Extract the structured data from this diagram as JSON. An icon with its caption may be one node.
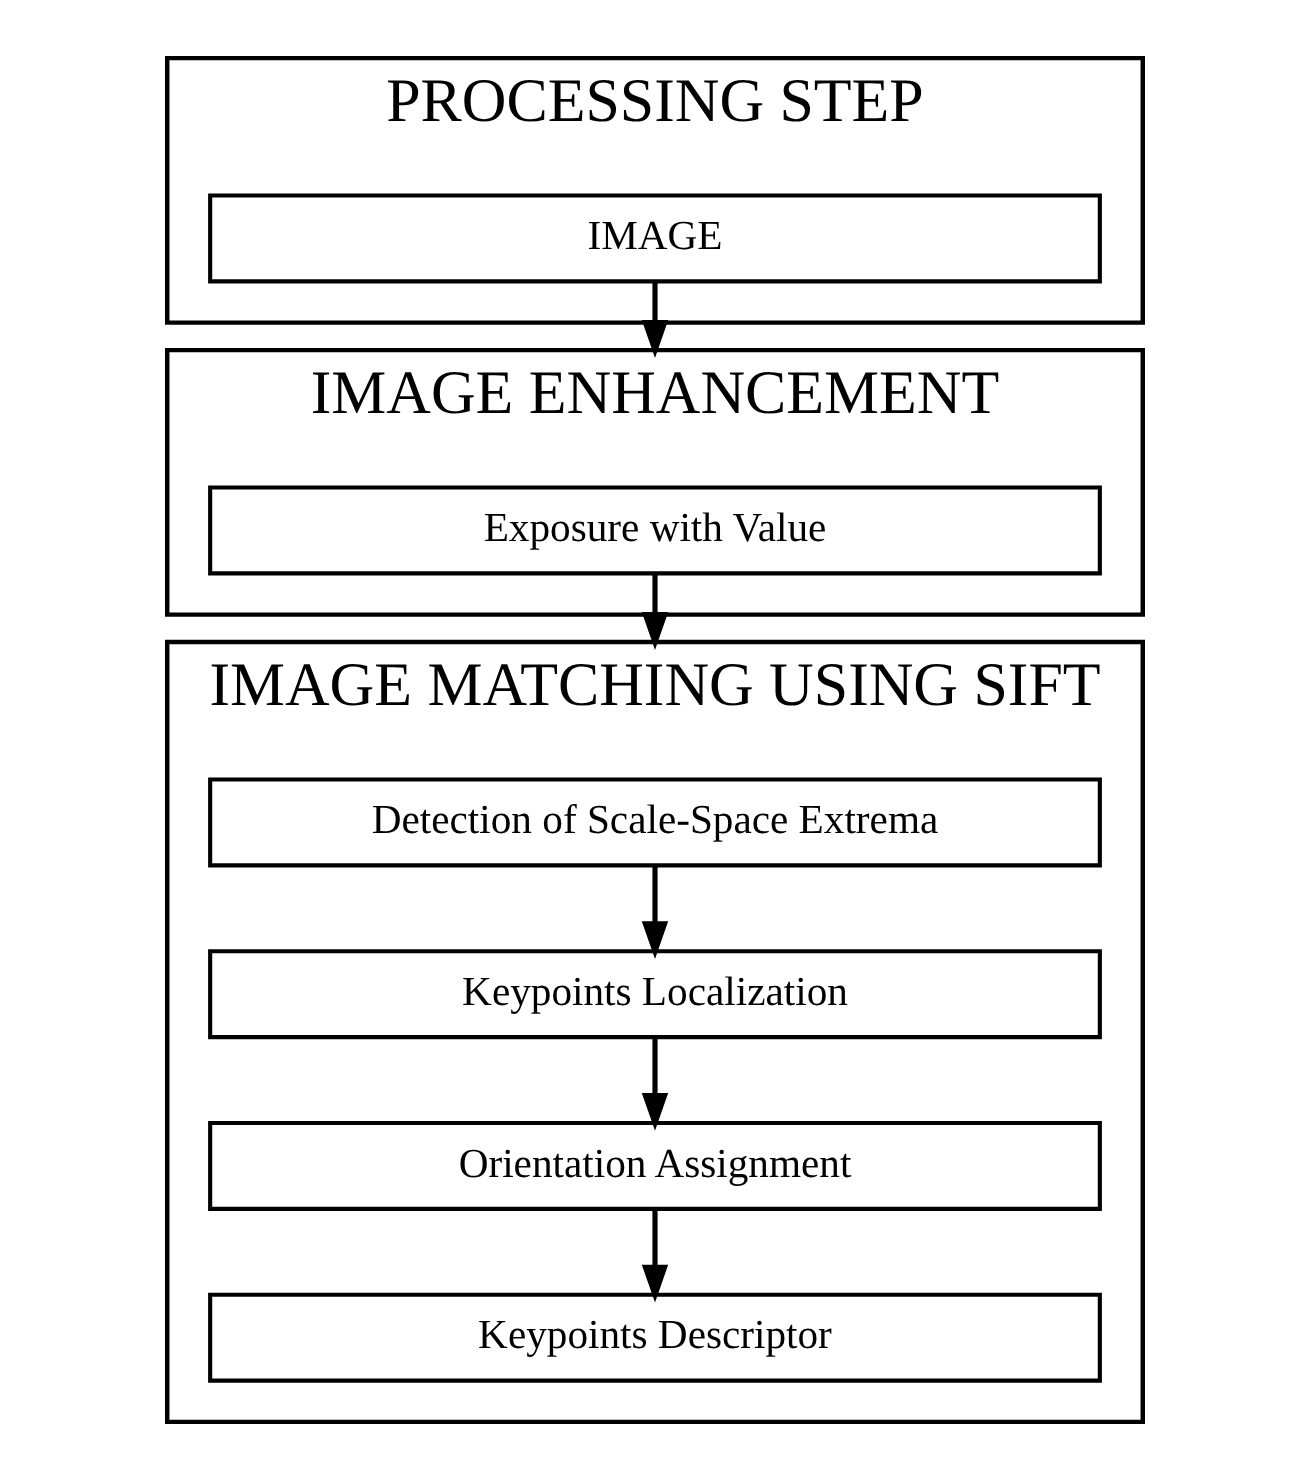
{
  "diagram": {
    "nodes": [
      {
        "text": [
          "PROCESSING STEP"
        ]
      },
      {
        "text": [
          "IMAGE"
        ],
        "in": 0
      },
      {
        "text": [
          "IMAGE ENHANCEMENT"
        ]
      },
      {
        "text": [
          "Exposure with Value"
        ],
        "in": 2
      },
      {
        "text": [
          "IMAGE MATCHING USING SIFT"
        ]
      },
      {
        "text": [
          "Detection of Scale-Space Extrema"
        ],
        "in": 4
      },
      {
        "text": [
          "Keypoints Localization"
        ],
        "in": 4
      },
      {
        "text": [
          "Orientation Assignment"
        ],
        "in": 4
      },
      {
        "text": [
          "Keypoints Descriptor"
        ],
        "in": 4
      }
    ],
    "edges": [
      {
        "from": 1,
        "to": 2,
        "arrow": "to"
      },
      {
        "from": 3,
        "to": 4,
        "arrow": "to"
      },
      {
        "from": 5,
        "to": 6,
        "arrow": "to"
      },
      {
        "from": 6,
        "to": 7,
        "arrow": "to"
      },
      {
        "from": 7,
        "to": 8,
        "arrow": "to"
      }
    ]
  }
}
